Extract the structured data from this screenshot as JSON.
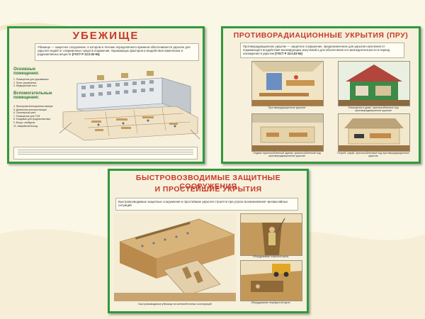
{
  "colors": {
    "poster_border": "#2f9a3c",
    "title_red": "#c63a2a",
    "background": "#fbf7e6"
  },
  "poster1": {
    "title": "УБЕЖИЩЕ",
    "intro_text": "Убежище — защитное сооружение, в котором в течение определённого времени обеспечивается укрытие для укрытия людей от современных средств поражения, поражающих факторов и воздействия химических и радиоактивных веществ",
    "standard": "(ГОСТ Р 22.0.02-94)",
    "heading_main": "Основные помещения:",
    "heading_aux": "Вспомогательные помещения:",
    "main_items": [
      "1. Помещение для укрываемых",
      "2. Пункт управления",
      "3. Медицинский пост"
    ],
    "aux_items": [
      "4. Фильтровентиляционная камера",
      "5. Дизельная электростанция",
      "6. Санитарный узел",
      "7. Помещение для ГСМ",
      "8. Кладовая для продовольствия",
      "9. Вход с тамбуром",
      "10. Аварийный выход"
    ]
  },
  "poster2": {
    "title": "ПРОТИВОРАДИАЦИОННЫЕ УКРЫТИЯ (ПРУ)",
    "intro_text": "Противорадиационное укрытие — защитное сооружение, предназначенное для укрытия населения от поражающего воздействия ионизирующих излучений и для обеспечения его жизнедеятельности в период нахождения в укрытии",
    "standard": "(ГОСТ Р 22.0.02-94)",
    "captions": [
      "Противорадиационное укрытие",
      "Помещение в доме, приспособленное под противорадиационное укрытие",
      "Подвал приспособленный здания, приспособленный под противорадиационное укрытие",
      "Погреб, сарай, приспособленный под противорадиационное укрытие"
    ]
  },
  "poster3": {
    "title_line1": "БЫСТРОВОЗВОДИМЫЕ ЗАЩИТНЫЕ СООРУЖЕНИЯ",
    "title_line2": "И ПРОСТЕЙШИЕ УКРЫТИЯ",
    "intro_text": "Быстровозводимые защитные сооружения и простейшие укрытия строятся при угрозе возникновения чрезвычайных ситуаций",
    "captions": [
      "Быстровозводимое убежище из железобетонных конструкций",
      "Оборудование открытой щели",
      "Оборудование перекрытой щели"
    ]
  }
}
